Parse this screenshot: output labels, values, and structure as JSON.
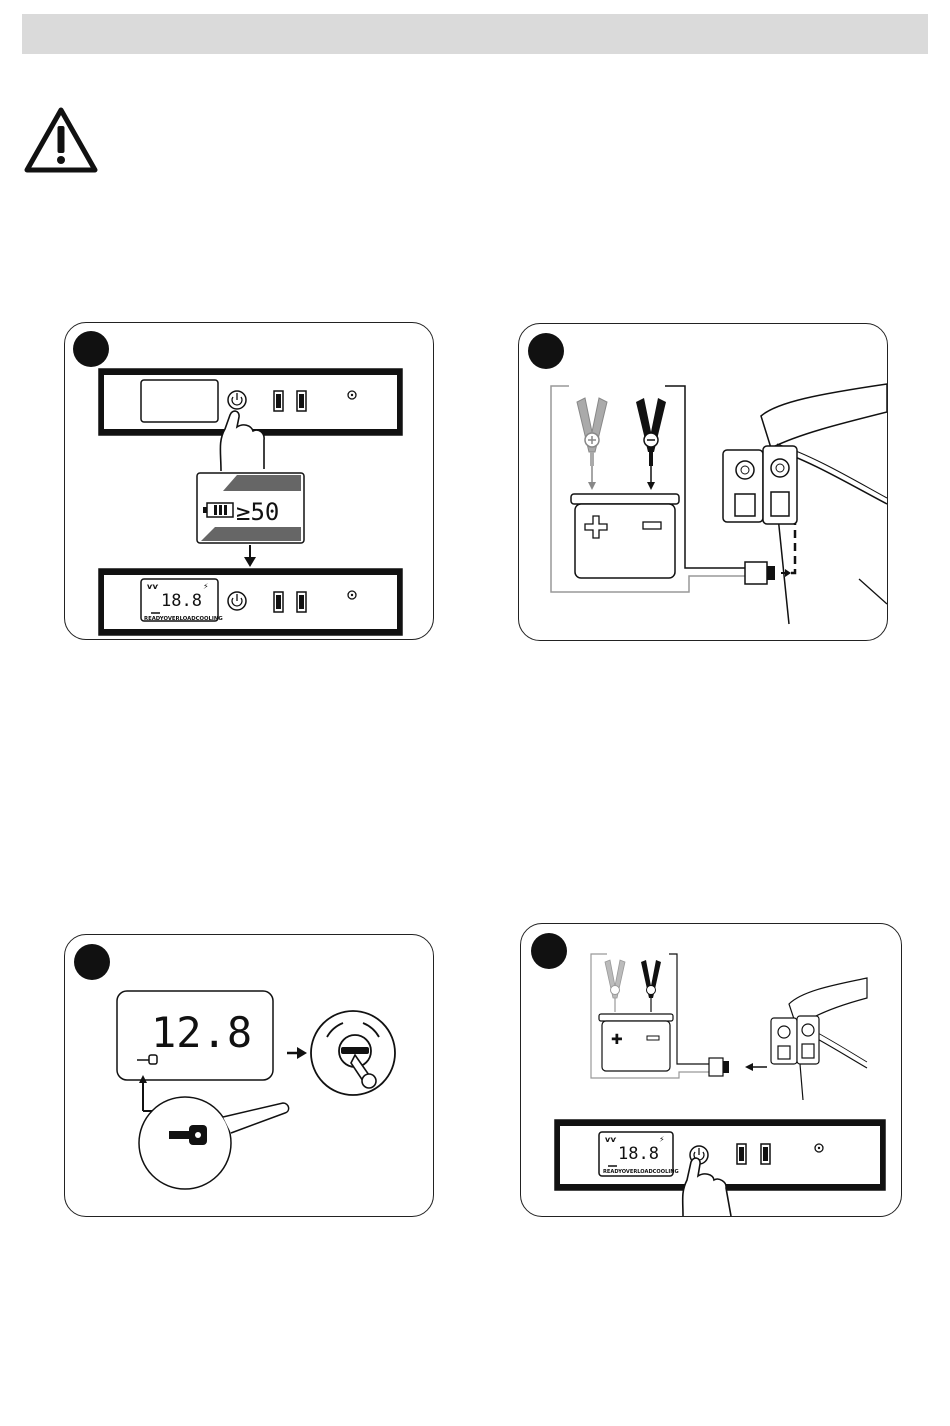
{
  "colors": {
    "header_bar": "#dadada",
    "ink": "#111111",
    "clamp_positive": "#aaaaaa",
    "clamp_negative": "#111111"
  },
  "icons": [
    "warning-icon",
    "power-icon",
    "usb-port-icon",
    "hand-icon",
    "battery-icon",
    "key-icon",
    "clamp-positive-icon",
    "clamp-negative-icon",
    "plus-icon",
    "minus-icon"
  ],
  "panel1": {
    "threshold": "≥50",
    "lcd": {
      "voltage": "18.8",
      "labels": [
        "READY",
        "OVERLOAD",
        "COOLING"
      ],
      "label_text": "READYOVERLOADCOOLING"
    }
  },
  "panel3": {
    "voltage": "12.8"
  },
  "panel4": {
    "lcd": {
      "voltage": "18.8",
      "labels": [
        "READY",
        "OVERLOAD",
        "COOLING"
      ],
      "label_text": "READYOVERLOADCOOLING"
    }
  },
  "step_badge_count": 4
}
